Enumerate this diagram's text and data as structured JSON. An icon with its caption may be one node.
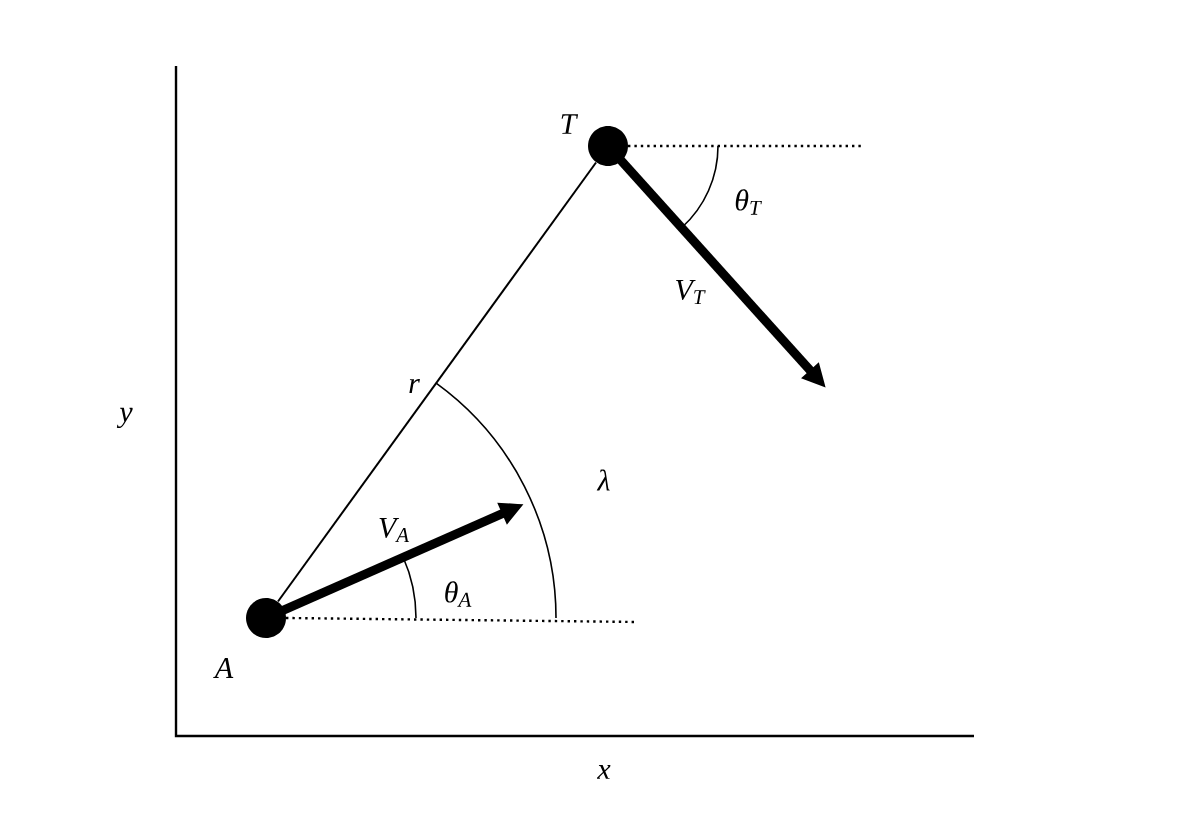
{
  "diagram": {
    "nodes": [
      {
        "text": [],
        "shape": "circle",
        "beside": [
          "A"
        ]
      },
      {
        "text": [],
        "shape": "circle",
        "beside": [
          "T"
        ]
      }
    ],
    "edges": [
      {
        "from": 0,
        "to": 1,
        "arrow": "none",
        "label": "r"
      }
    ],
    "labels": [
      "θ$_{T}$",
      "V$_{T}$",
      "y",
      "λ",
      "V$_{A}$",
      "θ$_{A}$",
      "x"
    ]
  }
}
